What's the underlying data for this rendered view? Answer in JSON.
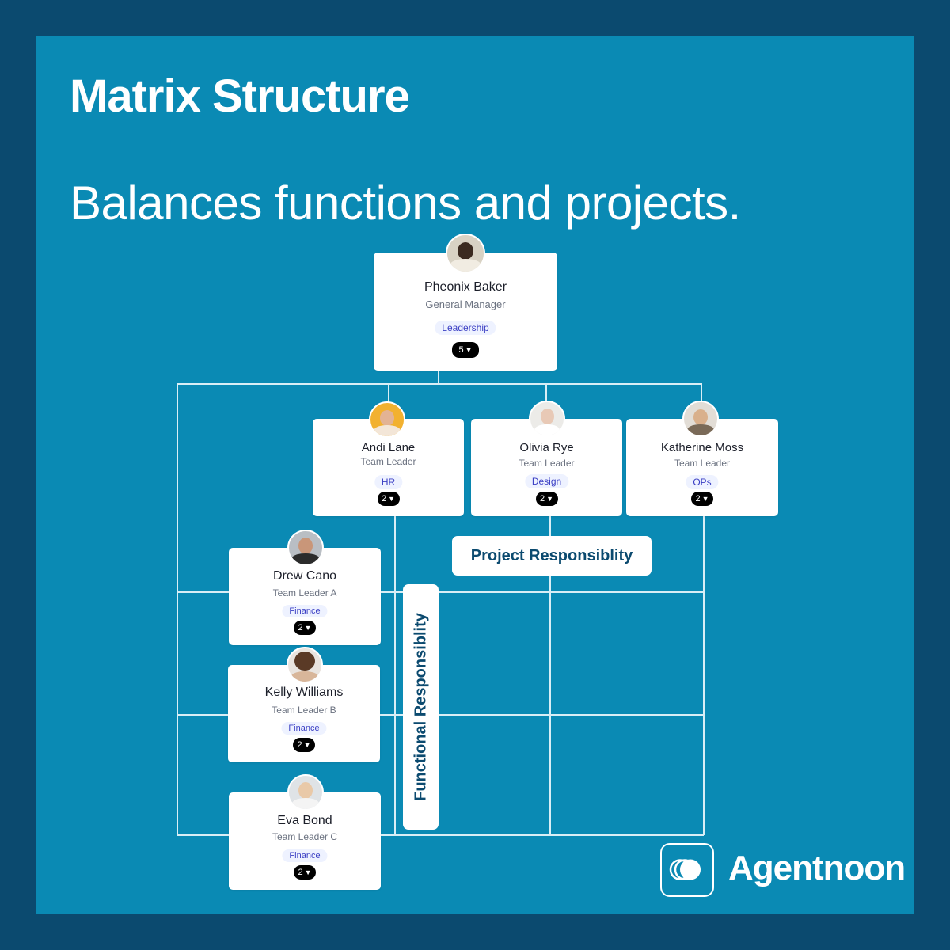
{
  "title": "Matrix Structure",
  "subtitle": "Balances functions and projects.",
  "manager": {
    "name": "Pheonix Baker",
    "role": "General Manager",
    "tag": "Leadership",
    "count": "5"
  },
  "team_leaders": [
    {
      "name": "Andi Lane",
      "role": "Team Leader",
      "tag": "HR",
      "count": "2"
    },
    {
      "name": "Olivia Rye",
      "role": "Team Leader",
      "tag": "Design",
      "count": "2"
    },
    {
      "name": "Katherine Moss",
      "role": "Team Leader",
      "tag": "OPs",
      "count": "2"
    }
  ],
  "function_leaders": [
    {
      "name": "Drew Cano",
      "role": "Team Leader A",
      "tag": "Finance",
      "count": "2"
    },
    {
      "name": "Kelly Williams",
      "role": "Team Leader B",
      "tag": "Finance",
      "count": "2"
    },
    {
      "name": "Eva Bond",
      "role": "Team Leader C",
      "tag": "Finance",
      "count": "2"
    }
  ],
  "project_label": "Project Responsiblity",
  "functional_label": "Functional Responsiblity",
  "brand": "Agentnoon",
  "icons": {
    "chevron": "chevron-down-icon",
    "logo": "agentnoon-logo-icon"
  },
  "colors": {
    "background": "#0b4a6f",
    "panel": "#0a8ab4",
    "tag_text": "#3b3fc4",
    "tag_bg": "#eef2ff"
  }
}
